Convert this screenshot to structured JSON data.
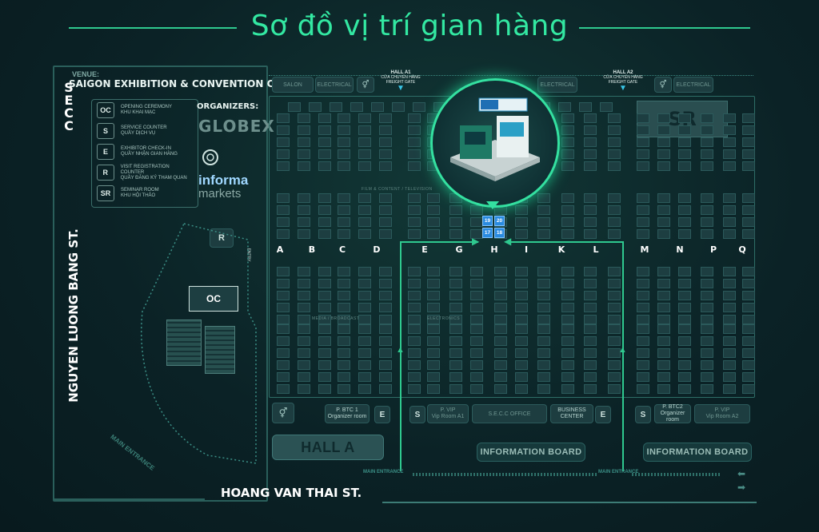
{
  "title": "Sơ đồ vị trí gian hàng",
  "venue": {
    "label": "VENUE:",
    "name": "SAIGON EXHIBITION & CONVENTION CENTER",
    "short": [
      "S",
      "E",
      "C",
      "C"
    ]
  },
  "organizers": {
    "label": "ORGANIZERS:",
    "org1": "GLOBEX",
    "org2_line1": "informa",
    "org2_line2": "markets"
  },
  "legend": [
    {
      "code": "OC",
      "en": "OPENING CEREMONY",
      "vi": "KHU KHAI MẠC"
    },
    {
      "code": "S",
      "en": "SERVICE COUNTER",
      "vi": "QUẦY DỊCH VỤ"
    },
    {
      "code": "E",
      "en": "EXHIBITOR CHECK-IN",
      "vi": "QUẦY NHẬN GIAN HÀNG"
    },
    {
      "code": "R",
      "en": "VISIT REGISTRATION COUNTER",
      "vi": "QUẦY ĐĂNG KÝ THAM QUAN"
    },
    {
      "code": "SR",
      "en": "SEMINAR ROOM",
      "vi": "KHU HỘI THẢO"
    }
  ],
  "streets": {
    "left": "NGUYEN LUONG BANG ST.",
    "bottom": "HOANG VAN THAI ST."
  },
  "entrances": {
    "main": "MAIN ENTRANCE",
    "entry": "ENTRY"
  },
  "hall_gates": {
    "a1_title": "HALL A1",
    "a1_sub1": "CỬA CHUYỂN HÀNG",
    "a1_sub2": "FREIGHT GATE",
    "a2_title": "HALL A2",
    "a2_sub1": "CỬA CHUYỂN HÀNG",
    "a2_sub2": "FREIGHT GATE"
  },
  "aisles": [
    "A",
    "B",
    "C",
    "D",
    "E",
    "G",
    "H",
    "I",
    "K",
    "L",
    "M",
    "N",
    "P",
    "Q"
  ],
  "highlighted_booth": [
    "19",
    "20",
    "17",
    "18"
  ],
  "zones": {
    "sr": "SR",
    "r": "R",
    "oc": "OC",
    "hall_a": "HALL A",
    "info_board_1": "INFORMATION BOARD",
    "info_board_2": "INFORMATION BOARD",
    "zone_label_1": "FILM & CONTENT / TELEVISION",
    "zone_label_2": "MEDIA / BROADCAST",
    "zone_label_3": "ELECTRONICS"
  },
  "rooms": {
    "p_btc1_line1": "P. BTC 1",
    "p_btc1_line2": "Organizer room",
    "p_vip_line1": "P. VIP",
    "p_vip_line2": "Vip Room A1",
    "secc_office": "S.E.C.C OFFICE",
    "business_line1": "BUSINESS",
    "business_line2": "CENTER",
    "p_btc2_line1": "P. BTC2",
    "p_btc2_line2": "Organizer room",
    "p_vip2_line1": "P. VIP",
    "p_vip2_line2": "Vip Room A2",
    "top_1": "SALON",
    "top_2": "ELECTRICAL",
    "top_3": "ELECTRICAL",
    "top_4": "ELECTRICAL"
  },
  "markers": {
    "e": "E",
    "s": "S"
  }
}
